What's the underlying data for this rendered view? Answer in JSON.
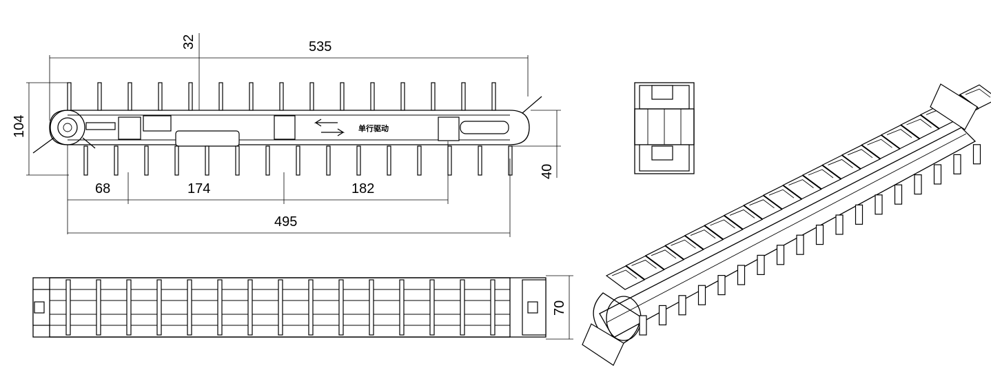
{
  "dimensions": {
    "overall_length": "535",
    "offset": "32",
    "height": "104",
    "base_height": "40",
    "seg1": "68",
    "seg2": "174",
    "seg3": "182",
    "base_length": "495",
    "width": "70"
  },
  "labels": {
    "drive_text": "单行驱动"
  },
  "counts": {
    "paddles_front": 15,
    "paddles_top": 15,
    "paddles_iso": 19
  }
}
